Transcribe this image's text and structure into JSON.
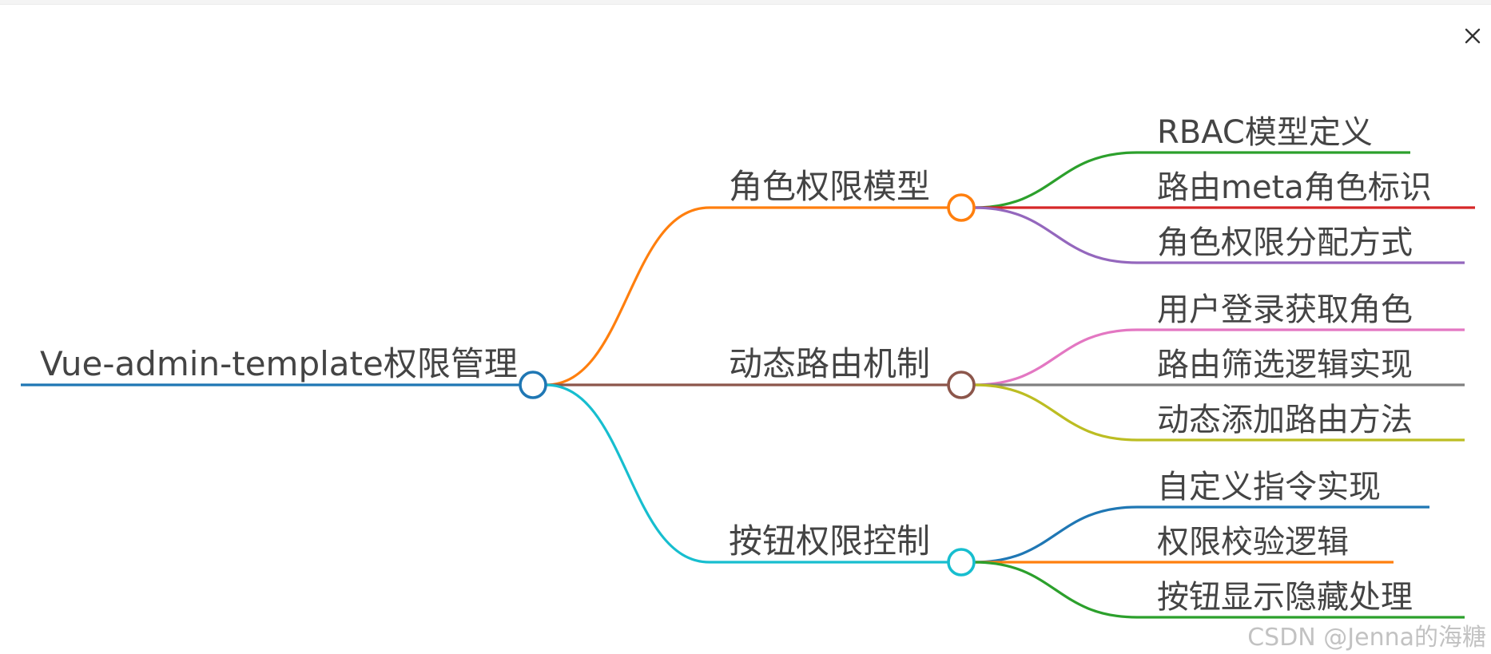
{
  "root": {
    "label": "Vue-admin-template权限管理",
    "color": "#1f77b4"
  },
  "branches": [
    {
      "label": "角色权限模型",
      "color": "#ff7f0e",
      "children": [
        {
          "label": "RBAC模型定义",
          "color": "#2ca02c"
        },
        {
          "label": "路由meta角色标识",
          "color": "#d62728"
        },
        {
          "label": "角色权限分配方式",
          "color": "#9467bd"
        }
      ]
    },
    {
      "label": "动态路由机制",
      "color": "#8c564b",
      "children": [
        {
          "label": "用户登录获取角色",
          "color": "#e377c2"
        },
        {
          "label": "路由筛选逻辑实现",
          "color": "#7f7f7f"
        },
        {
          "label": "动态添加路由方法",
          "color": "#bcbd22"
        }
      ]
    },
    {
      "label": "按钮权限控制",
      "color": "#17becf",
      "children": [
        {
          "label": "自定义指令实现",
          "color": "#1f77b4"
        },
        {
          "label": "权限校验逻辑",
          "color": "#ff7f0e"
        },
        {
          "label": "按钮显示隐藏处理",
          "color": "#2ca02c"
        }
      ]
    }
  ],
  "close_icon": "close-icon",
  "watermark": "CSDN @Jenna的海糖"
}
